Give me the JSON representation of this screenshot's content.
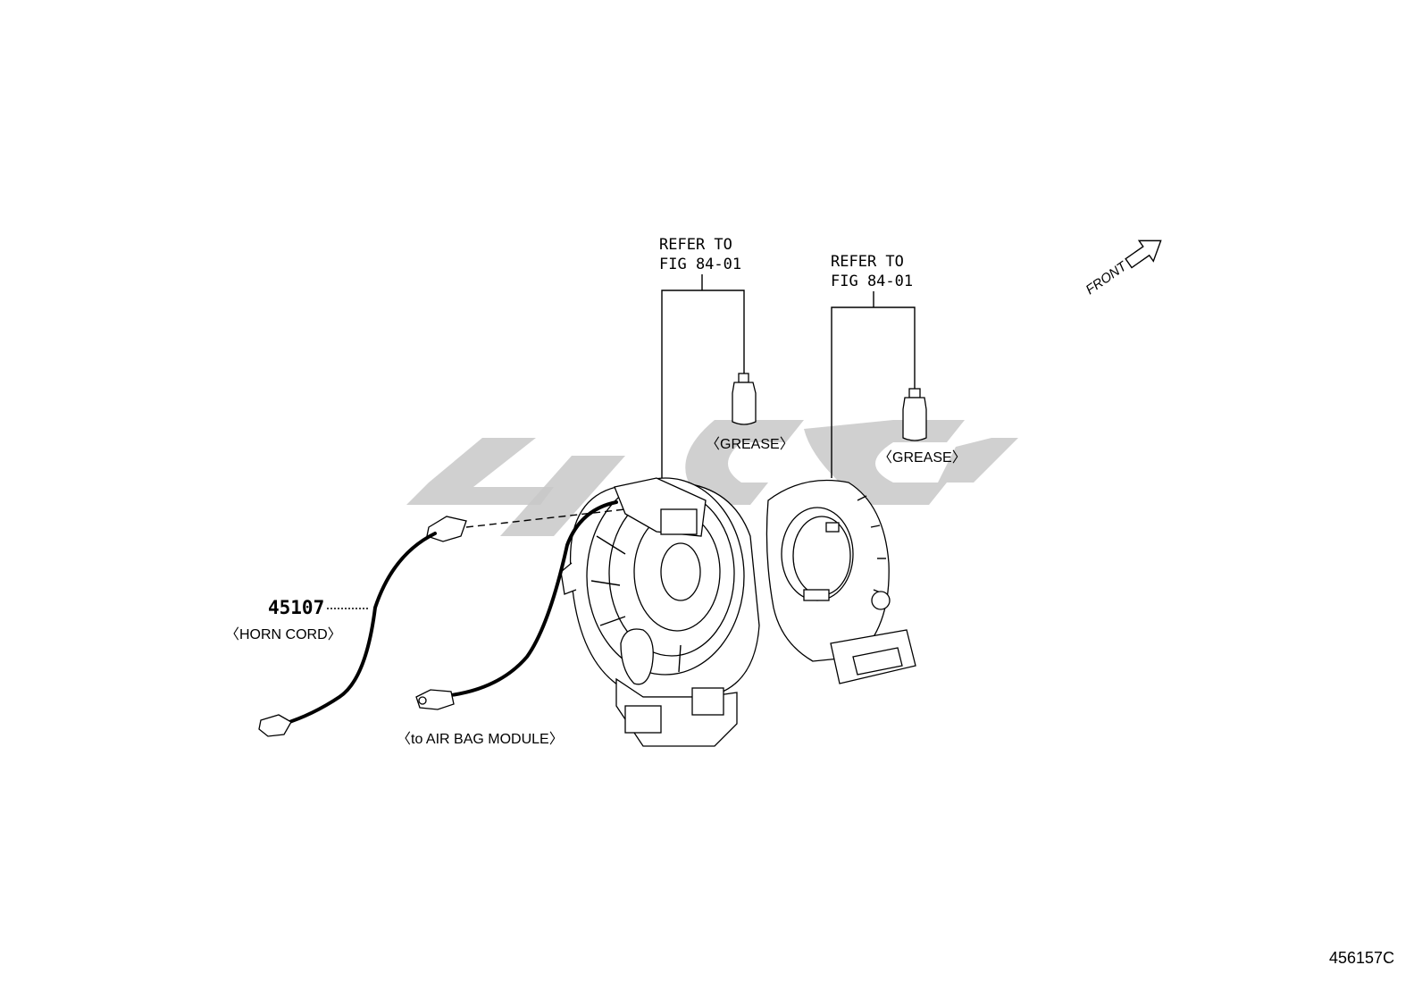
{
  "callouts": {
    "refer_left_line1": "REFER TO",
    "refer_left_line2": "FIG 84-01",
    "refer_right_line1": "REFER TO",
    "refer_right_line2": "FIG 84-01",
    "grease_left": "〈GREASE〉",
    "grease_right": "〈GREASE〉",
    "part_number": "45107",
    "part_name": "〈HORN CORD〉",
    "airbag_label": "〈to AIR BAG MODULE〉",
    "front_label": "FRONT",
    "figure_code": "456157C"
  },
  "icons": {
    "grease_tube": "grease-tube-icon",
    "front_arrow": "front-arrow-icon"
  },
  "colors": {
    "line": "#000000",
    "watermark": "#c8c8c8",
    "background": "#ffffff"
  }
}
